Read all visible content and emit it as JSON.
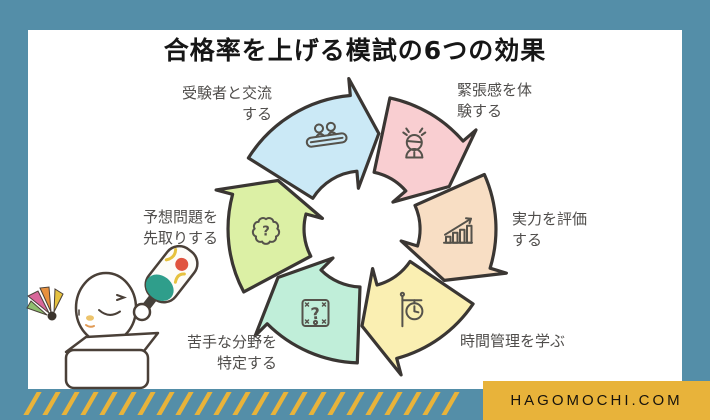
{
  "page": {
    "background_color": "#548ea8",
    "content_background": "#ffffff"
  },
  "title": "合格率を上げる模試の6つの効果",
  "diagram": {
    "type": "cycle",
    "direction": "clockwise",
    "outline_color": "#3a3633",
    "icon_stroke_color": "#55524b",
    "segments": [
      {
        "position": "top-left",
        "label": "受験者と交流する",
        "label_lines": [
          "受験者と交流",
          "する"
        ],
        "color": "#cbe9f6",
        "icon": "people-meeting-icon"
      },
      {
        "position": "top-right",
        "label": "緊張感を体験する",
        "label_lines": [
          "緊張感を体",
          "験する"
        ],
        "color": "#f9ced1",
        "icon": "stressed-person-icon"
      },
      {
        "position": "right",
        "label": "実力を評価する",
        "label_lines": [
          "実力を評価",
          "する"
        ],
        "color": "#f8dec4",
        "icon": "growth-chart-icon"
      },
      {
        "position": "bottom-right",
        "label": "時間管理を学ぶ",
        "label_lines": [
          "時間管理を学ぶ"
        ],
        "color": "#faefb2",
        "icon": "station-clock-icon"
      },
      {
        "position": "bottom-left",
        "label": "苦手な分野を特定する",
        "label_lines": [
          "苦手な分野を",
          "特定する"
        ],
        "color": "#c0eed9",
        "icon": "mystery-box-icon"
      },
      {
        "position": "left",
        "label": "予想問題を先取りする",
        "label_lines": [
          "予想問題を",
          "先取りする"
        ],
        "color": "#dcf0a5",
        "icon": "question-badge-icon"
      }
    ]
  },
  "mascot": {
    "icons": [
      "hagomochi-character-icon",
      "hagoita-paddle-icon",
      "shuttlecock-icon"
    ]
  },
  "footer": {
    "site_label": "HAGOMOCHI.COM",
    "badge_color": "#e8b33a",
    "stripe_color": "#e8b33a",
    "stripes_count": 23
  }
}
